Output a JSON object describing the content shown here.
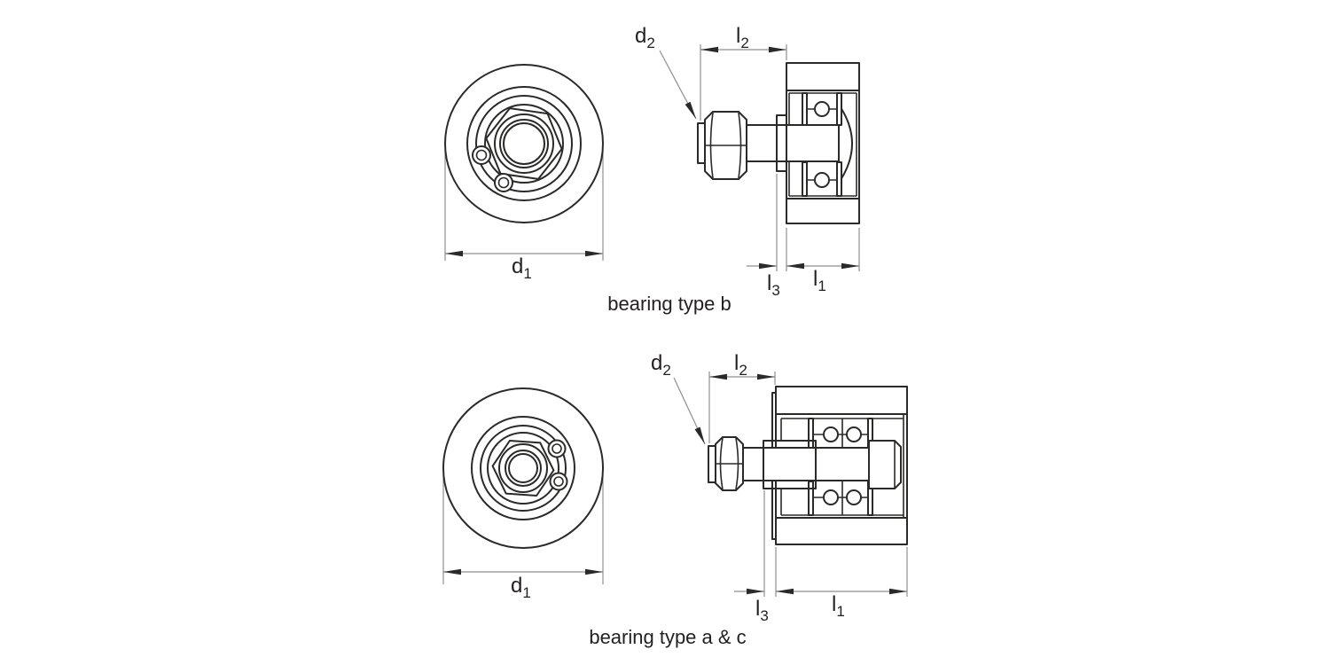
{
  "figure": {
    "type": "technical-drawing",
    "background": "#ffffff",
    "colors": {
      "outline": "#2b2a29",
      "dimension_lines": "#8f8f8f",
      "text": "#231f20"
    }
  },
  "drawings": [
    {
      "id": "bearing-type-b",
      "caption": "bearing type b",
      "dimensions": {
        "d1": {
          "base": "d",
          "sub": "1"
        },
        "d2": {
          "base": "d",
          "sub": "2"
        },
        "l1": {
          "base": "l",
          "sub": "1"
        },
        "l2": {
          "base": "l",
          "sub": "2"
        },
        "l3": {
          "base": "l",
          "sub": "3"
        }
      }
    },
    {
      "id": "bearing-type-a-c",
      "caption": "bearing type a & c",
      "dimensions": {
        "d1": {
          "base": "d",
          "sub": "1"
        },
        "d2": {
          "base": "d",
          "sub": "2"
        },
        "l1": {
          "base": "l",
          "sub": "1"
        },
        "l2": {
          "base": "l",
          "sub": "2"
        },
        "l3": {
          "base": "l",
          "sub": "3"
        }
      }
    }
  ]
}
